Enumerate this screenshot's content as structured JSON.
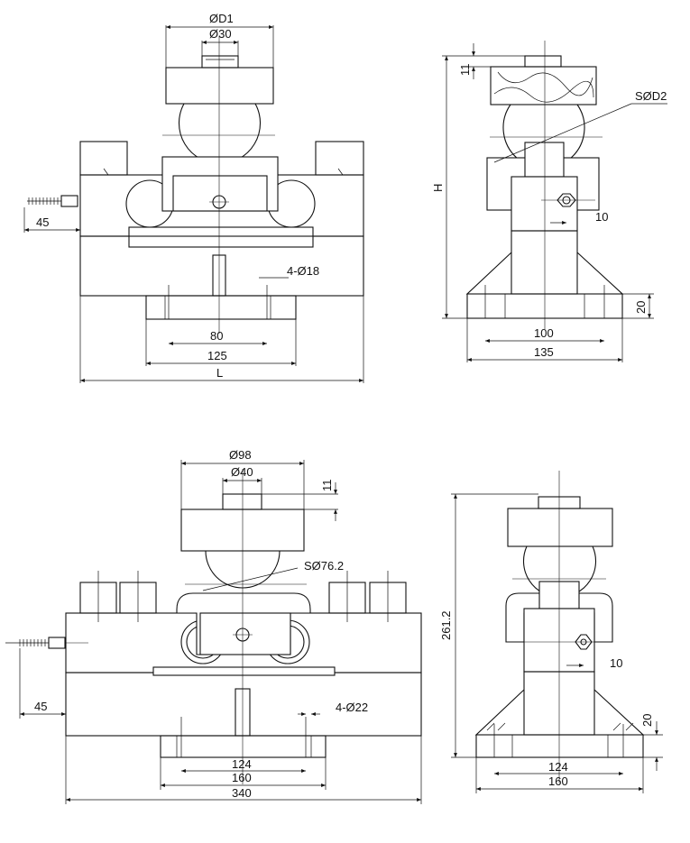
{
  "drawing_a": {
    "front": {
      "top_diameter": "ØD1",
      "stud_diameter": "Ø30",
      "cable_offset": "45",
      "holes": "4-Ø18",
      "hole_spacing": "80",
      "foot_width": "125",
      "length": "L"
    },
    "side": {
      "top_thickness": "11",
      "sphere_radius": "SØD2",
      "height": "H",
      "pin_offset": "10",
      "base_thickness": "20",
      "hole_spacing": "100",
      "base_width": "135"
    }
  },
  "drawing_b": {
    "front": {
      "top_diameter": "Ø98",
      "stud_diameter": "Ø40",
      "top_thickness": "11",
      "sphere_radius": "SØ76.2",
      "cable_offset": "45",
      "holes": "4-Ø22",
      "hole_spacing": "124",
      "foot_width": "160",
      "length": "340"
    },
    "side": {
      "height": "261.2",
      "pin_offset": "10",
      "base_thickness": "20",
      "hole_spacing": "124",
      "base_width": "160"
    }
  }
}
